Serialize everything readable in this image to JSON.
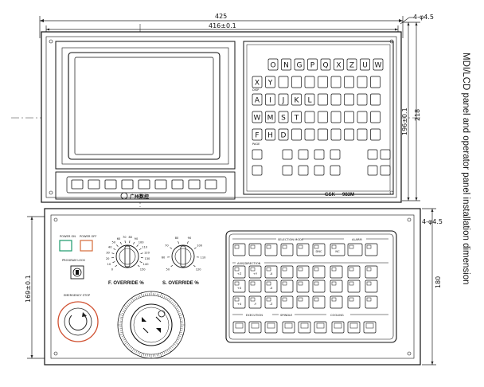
{
  "caption": "MDI/LCD panel and operator panel  installation dimension",
  "dimensions": {
    "overall_width": "425",
    "inner_width": "416±0.1",
    "right_edge": "4-φ4.5",
    "mid_height_1": "196±0.1",
    "mid_height_2": "218",
    "lower_edge": "4-φ4.5",
    "lower_height": "180",
    "left_height": "169±0.1"
  },
  "mdi": {
    "row1": [
      "O",
      "N",
      "G",
      "P",
      "Q",
      "X",
      "Z",
      "U",
      "W"
    ],
    "row2": [
      "X",
      "Y",
      "",
      "",
      "",
      "",
      "",
      ""
    ],
    "row3": [
      "A",
      "I",
      "J",
      "K",
      "L",
      "",
      "",
      ""
    ],
    "row4": [
      "W",
      "M",
      "S",
      "T",
      "",
      "",
      "",
      ""
    ],
    "row5": [
      "F",
      "H",
      "D",
      "",
      "",
      "",
      "",
      ""
    ],
    "side_labels": [
      "DISP",
      "PAGE"
    ],
    "brand": "GSK",
    "model": "983M"
  },
  "monitor": {
    "logo_text": "广州数控"
  },
  "operator": {
    "power_on": "POWER ON",
    "power_off": "POWER OFF",
    "program_lock": "PROGRAM LOCK",
    "emergency_stop": "EMERGENCY STOP",
    "feed_override": "F. OVERRIDE %",
    "spindle_override": "S. OVERRIDE %",
    "feed_scale": [
      "0",
      "10",
      "20",
      "30",
      "40",
      "50",
      "60",
      "70",
      "80",
      "90",
      "100",
      "110",
      "120",
      "130",
      "140",
      "150"
    ],
    "spindle_scale": [
      "50",
      "60",
      "70",
      "80",
      "90",
      "100",
      "110",
      "120"
    ]
  },
  "keypad": {
    "group_selection": "SELECTION MODE",
    "group_alarm": "ALARM",
    "group_axis": "AXIS/DIRECTION",
    "group_execution": "EXECUTION",
    "group_spindle": "SPINDLE",
    "group_cooling": "COOLING",
    "row1": [
      "",
      "",
      "",
      "",
      "",
      "DNC",
      "NC",
      ""
    ],
    "row2": [
      "+Z",
      "+Y",
      "-X",
      "",
      "",
      "",
      "",
      ""
    ],
    "row3": [
      "+X",
      "",
      "-X",
      "",
      "",
      "",
      "",
      ""
    ],
    "row4": [
      "+4",
      "-Y",
      "-Z",
      "",
      "",
      "",
      "",
      ""
    ]
  }
}
